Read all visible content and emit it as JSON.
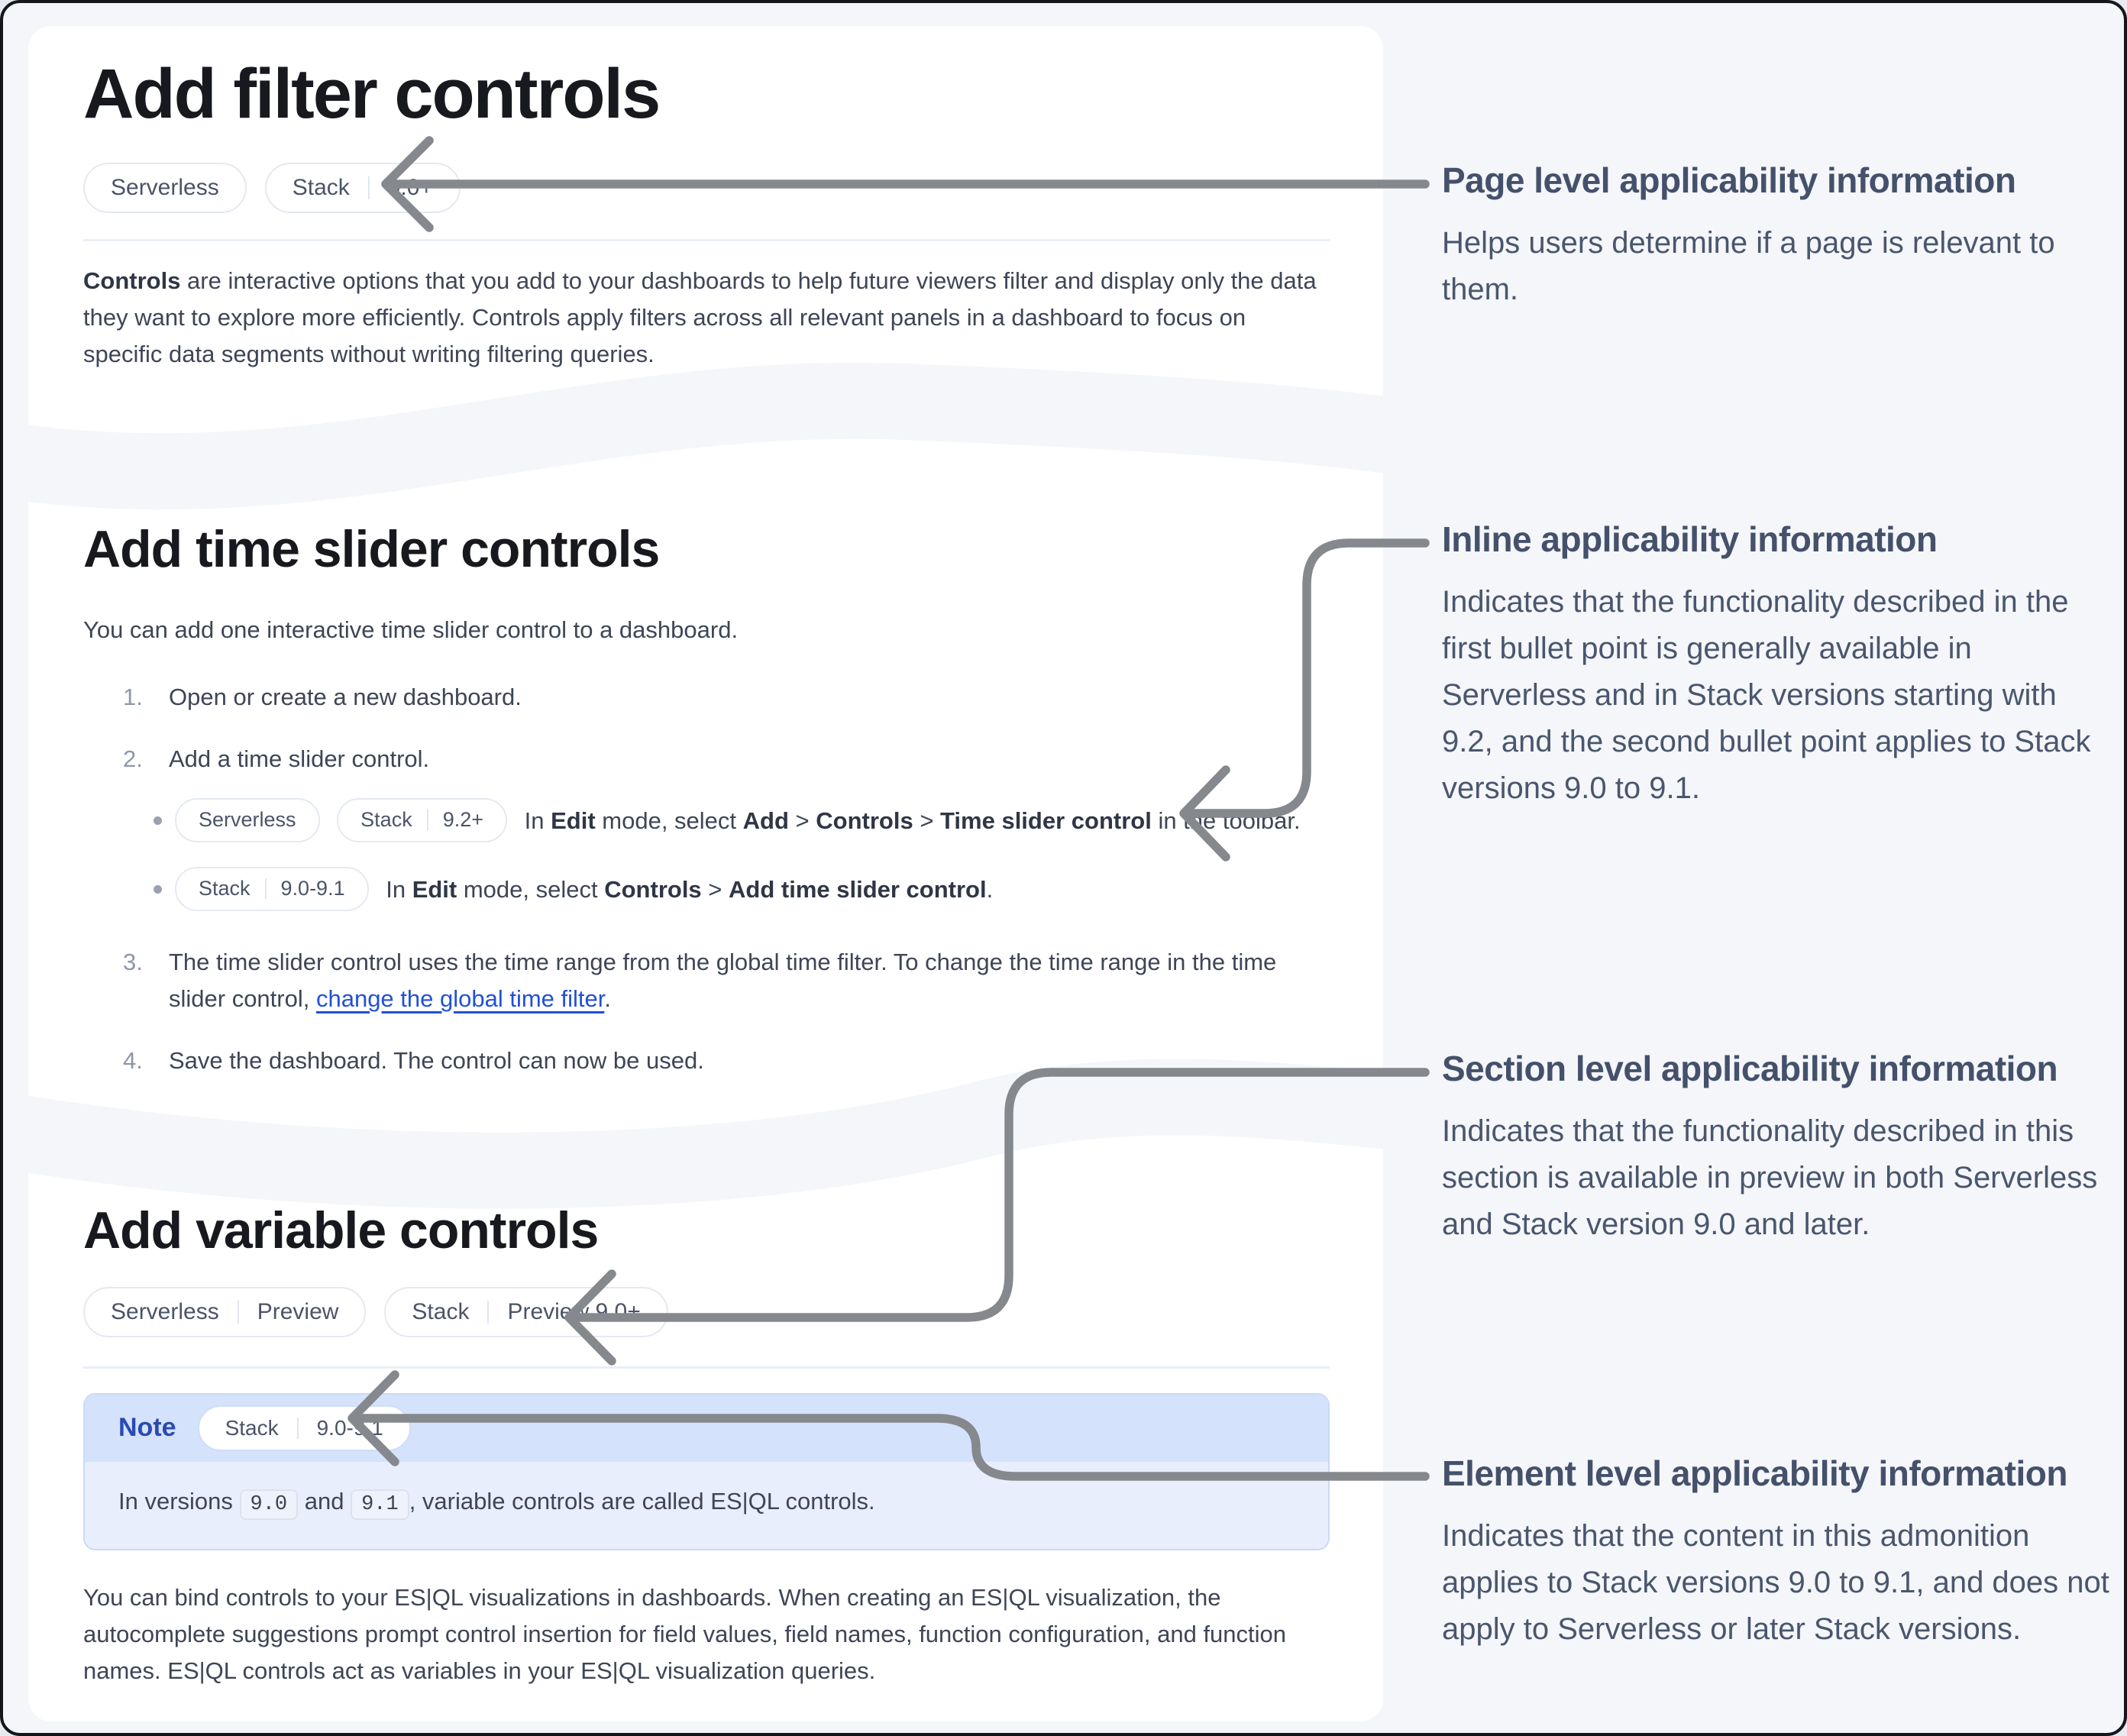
{
  "colors": {
    "page_bg": "#f4f6fa",
    "frame_border": "#14161b",
    "card_bg": "#ffffff",
    "link": "#2150d8",
    "note_label": "#2a4ab2",
    "admonition_header_bg": "#d4e2fb",
    "admonition_body_bg": "#e8eefc",
    "badge_border": "#e4e9f2",
    "arrow": "#85888d",
    "heading_text": "#17191f",
    "body_text": "#3e4556",
    "annotation_text": "#4a566d"
  },
  "card1": {
    "title": "Add filter controls",
    "badge_serverless": {
      "p1": "Serverless"
    },
    "badge_stack": {
      "p1": "Stack",
      "p2": "9.0+"
    },
    "paragraph": {
      "bold": "Controls",
      "rest": " are interactive options that you add to your dashboards to help future viewers filter and display only the data they want to explore more efficiently. Controls apply filters across all relevant panels in a dashboard to focus on specific data segments without writing filtering queries."
    }
  },
  "card2": {
    "title": "Add time slider controls",
    "intro": "You can add one interactive time slider control to a dashboard.",
    "step1": "Open or create a new dashboard.",
    "step2": "Add a time slider control.",
    "step2a": {
      "badge_serverless": {
        "p1": "Serverless"
      },
      "badge_stack": {
        "p1": "Stack",
        "p2": "9.2+"
      },
      "seg0": "In ",
      "seg1": "Edit",
      "seg2": " mode, select ",
      "seg3": "Add",
      "seg4": " > ",
      "seg5": "Controls",
      "seg6": " > ",
      "seg7": "Time slider control",
      "seg8": " in the toolbar."
    },
    "step2b": {
      "badge_stack": {
        "p1": "Stack",
        "p2": "9.0-9.1"
      },
      "seg0": "In ",
      "seg1": "Edit",
      "seg2": " mode, select ",
      "seg3": "Controls",
      "seg4": " > ",
      "seg5": "Add time slider control",
      "seg6": "."
    },
    "step3": {
      "seg0": "The time slider control uses the time range from the global time filter. To change the time range in the time slider control, ",
      "link": "change the global time filter",
      "seg1": "."
    },
    "step4": "Save the dashboard. The control can now be used."
  },
  "card3": {
    "title": "Add variable controls",
    "badge_serverless": {
      "p1": "Serverless",
      "p2": "Preview"
    },
    "badge_stack": {
      "p1": "Stack",
      "p2": "Preview 9.0+"
    },
    "note": {
      "label": "Note",
      "badge": {
        "p1": "Stack",
        "p2": "9.0-9.1"
      },
      "seg0": "In versions ",
      "code1": "9.0",
      "seg1": " and ",
      "code2": "9.1",
      "seg2": ", variable controls are called ES|QL controls."
    },
    "paragraph": "You can bind controls to your ES|QL visualizations in dashboards. When creating an ES|QL visualization, the autocomplete suggestions prompt control insertion for field values, field names, function configuration, and function names. ES|QL controls act as variables in your ES|QL visualization queries."
  },
  "annotations": {
    "a1": {
      "title": "Page level applicability information",
      "body": "Helps users determine if a page is relevant to them."
    },
    "a2": {
      "title": "Inline applicability information",
      "body": "Indicates that the functionality described in the first bullet point is generally available in Serverless and in Stack versions starting with 9.2, and the second bullet point applies to Stack versions 9.0 to 9.1."
    },
    "a3": {
      "title": "Section level applicability information",
      "body": "Indicates that the functionality described in this section is available in preview in both Serverless and Stack version 9.0 and later."
    },
    "a4": {
      "title": "Element level applicability information",
      "body": "Indicates that the content in this admonition applies to Stack versions 9.0 to 9.1, and does not apply to Serverless or later Stack versions."
    }
  }
}
